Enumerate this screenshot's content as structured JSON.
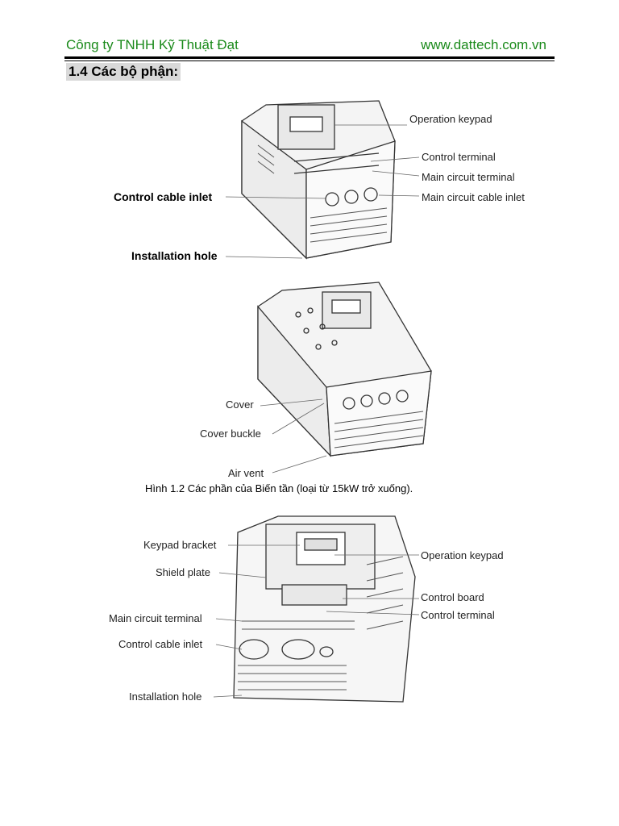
{
  "header": {
    "company": "Công ty TNHH Kỹ Thuật Đạt",
    "website": "www.dattech.com.vn"
  },
  "section_title": "1.4 Các bộ phận:",
  "figure1": {
    "labels": {
      "operation_keypad": "Operation keypad",
      "control_terminal": "Control terminal",
      "main_circuit_terminal": "Main circuit terminal",
      "main_circuit_cable_inlet": "Main circuit cable inlet",
      "control_cable_inlet": "Control cable inlet",
      "installation_hole": "Installation hole"
    }
  },
  "figure2": {
    "labels": {
      "cover": "Cover",
      "cover_buckle": "Cover buckle",
      "air_vent": "Air vent"
    },
    "caption": "Hình 1.2    Các phần của Biến tần (loại từ 15kW trở xuống)."
  },
  "figure3": {
    "labels": {
      "keypad_bracket": "Keypad bracket",
      "shield_plate": "Shield plate",
      "main_circuit_terminal": "Main circuit terminal",
      "control_cable_inlet": "Control cable inlet",
      "installation_hole": "Installation hole",
      "operation_keypad": "Operation keypad",
      "control_board": "Control board",
      "control_terminal": "Control terminal"
    }
  }
}
